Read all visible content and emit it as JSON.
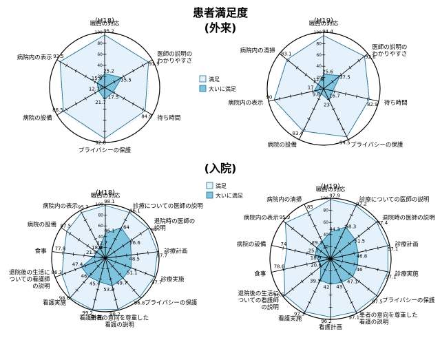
{
  "title": "患者満足度",
  "section_outpatient": "(外来)",
  "section_inpatient": "(入院)",
  "legend": {
    "satisfied": "満足",
    "very_satisfied": "大いに満足",
    "colors": {
      "satisfied": "#e6f2fb",
      "very_satisfied": "#7fc4de",
      "line": "#1a6c93",
      "grid": "#000000"
    }
  },
  "chart_data": [
    {
      "type": "radar",
      "year_label": "(H18)",
      "ticks": [
        "0",
        "20",
        "40",
        "60",
        "80",
        "100"
      ],
      "rmax": 100,
      "axes": [
        "職員の対応",
        "医師の説明の\nわかりやすさ",
        "待ち時間",
        "プライバシーの保護",
        "病院の設備",
        "病院内の表示"
      ],
      "series": [
        {
          "name": "満足",
          "values": [
            95.2,
            91.9,
            84.9,
            92.8,
            86.5,
            93.5
          ]
        },
        {
          "name": "大いに満足",
          "values": [
            25.2,
            35.5,
            17.5,
            21.7,
            12.7,
            15.8
          ]
        }
      ]
    },
    {
      "type": "radar",
      "year_label": "(H19)",
      "ticks": [
        "0",
        "20",
        "40",
        "60",
        "80",
        "100"
      ],
      "rmax": 100,
      "axes": [
        "職員の対応",
        "医師の説明の\nわかりやすさ",
        "待ち時間",
        "プライバシーの保護",
        "病院の設備",
        "病院内の表示",
        "病院内の清掃"
      ],
      "series": [
        {
          "name": "満足",
          "values": [
            94.4,
            92.6,
            82.9,
            94.5,
            83.4,
            90.0,
            83.1
          ]
        },
        {
          "name": "大いに満足",
          "values": [
            25.6,
            37.5,
            16.7,
            23.0,
            9.8,
            17.0,
            12.8
          ]
        }
      ]
    },
    {
      "type": "radar",
      "year_label": "(H18)",
      "ticks": [
        "0",
        "20",
        "40",
        "60",
        "80",
        "100"
      ],
      "rmax": 100,
      "axes": [
        "職員の対応",
        "診療についての医師の説明",
        "退院時の医師の\n説明",
        "診療計画",
        "診療実施",
        "プライバシーの保護",
        "患者の意向を尊重した\n看護の説明",
        "看護計画",
        "看護実施",
        "退院後の生活に\nついての看護師\nの説明",
        "食事",
        "病院の設備",
        "病院内の表示"
      ],
      "series": [
        {
          "name": "満足",
          "values": [
            98.1,
            96.1,
            97.0,
            97.7,
            97.7,
            96.8,
            98.2,
            99.2,
            98.6,
            86.3,
            77.8,
            87.5,
            95.7
          ]
        },
        {
          "name": "大いに満足",
          "values": [
            46.1,
            64.0,
            56.6,
            48.5,
            51.1,
            49.7,
            53.2,
            45.4,
            46.0,
            47.4,
            21.9,
            18.9,
            22.7
          ]
        }
      ]
    },
    {
      "type": "radar",
      "year_label": "(H19)",
      "ticks": [
        "0",
        "20",
        "40",
        "60",
        "80",
        "100"
      ],
      "rmax": 100,
      "axes": [
        "職員の対応",
        "診療についての医師の説明",
        "退院時の医師の説明",
        "診療計画",
        "診療実施",
        "プライバシーの保護",
        "患者の意向を尊重した\n看護の説明",
        "看護計画",
        "看護実施",
        "退院後の生活に\nついての看護師\nの説明",
        "食事",
        "病院の設備",
        "病院内の表示",
        "病院内の清掃"
      ],
      "series": [
        {
          "name": "満足",
          "values": [
            97.9,
            97.2,
            97.4,
            97.1,
            97.1,
            97.5,
            97.1,
            96.2,
            97.3,
            96.5,
            78.6,
            74.0,
            95.3,
            85.0
          ]
        },
        {
          "name": "大いに満足",
          "values": [
            44.3,
            58.3,
            51.5,
            46.8,
            46.0,
            47.1,
            43.0,
            42.0,
            39.3,
            20.6,
            18.9,
            25.7,
            29.3
          ]
        }
      ]
    }
  ]
}
